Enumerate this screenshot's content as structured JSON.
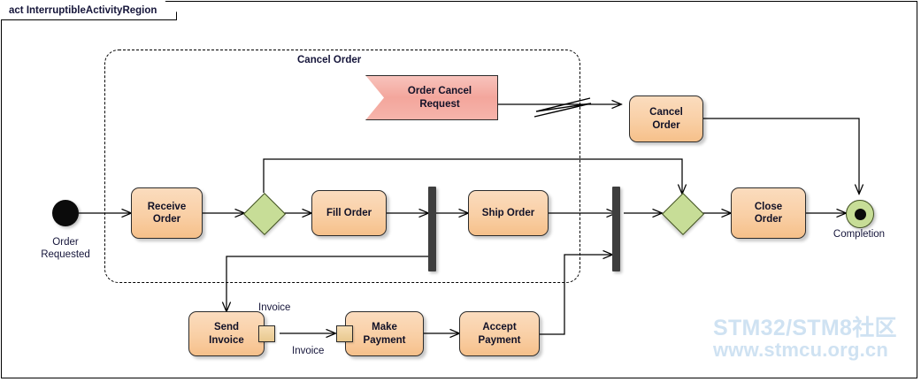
{
  "diagram": {
    "frame_label": "act InterruptibleActivityRegion",
    "region_label": "Cancel Order",
    "colors": {
      "action_fill": "#f9cfa5",
      "action_border": "#2b2b2b",
      "decision_fill": "#c7dd97",
      "decision_border": "#3f4f20",
      "accept_event_fill": "#f3a69c",
      "bar_fill": "#3e3e3e",
      "pin_fill": "#e8c88e",
      "text": "#15153a",
      "watermark": "#cfe2f2"
    }
  },
  "nodes": {
    "initial": {
      "label": "Order\nRequested",
      "line1": "Order",
      "line2": "Requested"
    },
    "receive_order": {
      "label": "Receive\nOrder",
      "line1": "Receive",
      "line2": "Order"
    },
    "decision_1": {
      "label": ""
    },
    "fill_order": {
      "label": "Fill Order"
    },
    "fork_1": {
      "label": ""
    },
    "ship_order": {
      "label": "Ship Order"
    },
    "join_1": {
      "label": ""
    },
    "decision_2": {
      "label": ""
    },
    "close_order": {
      "label": "Close\nOrder",
      "line1": "Close",
      "line2": "Order"
    },
    "final": {
      "label": "Completion"
    },
    "order_cancel_request": {
      "label": "Order Cancel\nRequest",
      "line1": "Order Cancel",
      "line2": "Request"
    },
    "cancel_order": {
      "label": "Cancel\nOrder",
      "line1": "Cancel",
      "line2": "Order"
    },
    "send_invoice": {
      "label": "Send\nInvoice",
      "line1": "Send",
      "line2": "Invoice"
    },
    "make_payment": {
      "label": "Make\nPayment",
      "line1": "Make",
      "line2": "Payment"
    },
    "accept_payment": {
      "label": "Accept\nPayment",
      "line1": "Accept",
      "line2": "Payment"
    }
  },
  "pins": {
    "send_invoice_out": {
      "label": "Invoice"
    },
    "make_payment_in": {
      "label": "Invoice"
    }
  },
  "watermark": {
    "line1": "STM32/STM8社区",
    "line2": "www.stmcu.org.cn"
  }
}
